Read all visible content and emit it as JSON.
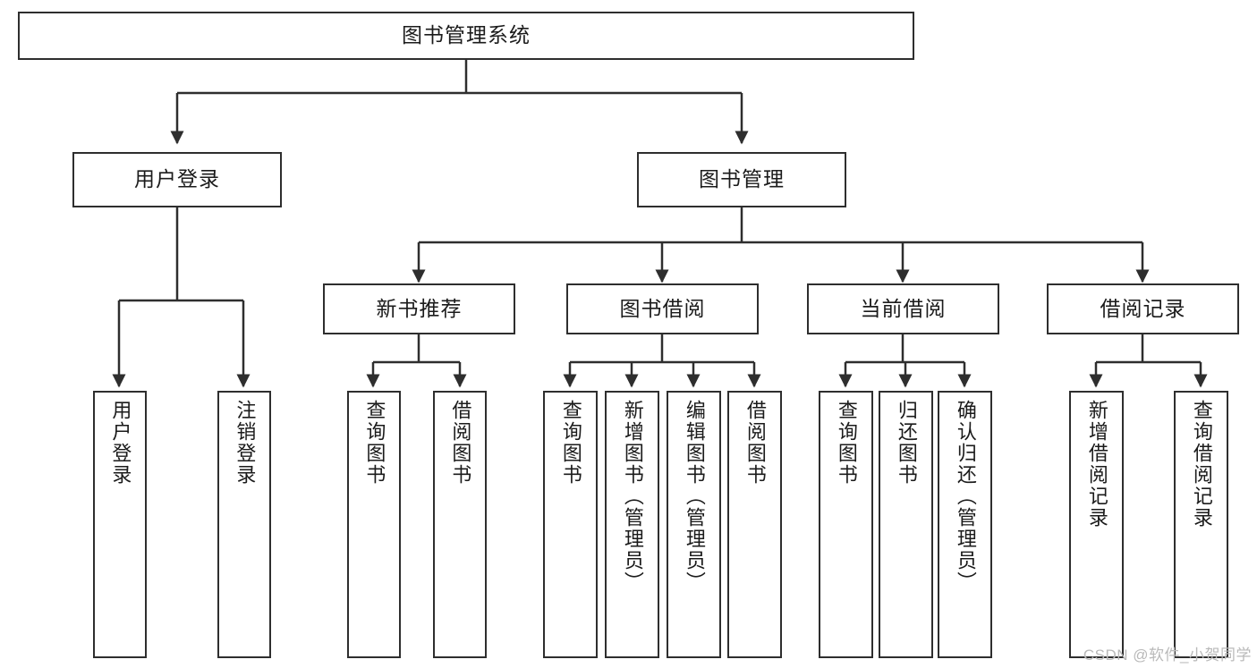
{
  "diagram": {
    "title": "图书管理系统",
    "type": "tree-hierarchy-diagram",
    "root": "图书管理系统",
    "watermark": "CSDN @软件_小贺同学",
    "colors": {
      "stroke": "#2e2e2e",
      "fill": "#ffffff",
      "text": "#1b1b1b",
      "watermark": "#b9b9b9"
    }
  },
  "nodes": {
    "root": {
      "label": "图书管理系统"
    },
    "level2": [
      {
        "id": "user-login",
        "label": "用户登录"
      },
      {
        "id": "book-manage",
        "label": "图书管理"
      }
    ],
    "level3": [
      {
        "id": "new-book-recommend",
        "label": "新书推荐"
      },
      {
        "id": "book-borrow",
        "label": "图书借阅"
      },
      {
        "id": "current-borrow",
        "label": "当前借阅"
      },
      {
        "id": "borrow-record",
        "label": "借阅记录"
      }
    ],
    "leaves": [
      {
        "id": "leaf-user-login",
        "label": "用户登录",
        "parent": "user-login"
      },
      {
        "id": "leaf-user-logout",
        "label": "注销登录",
        "parent": "user-login"
      },
      {
        "id": "leaf-query-book-1",
        "label": "查询图书",
        "parent": "new-book-recommend"
      },
      {
        "id": "leaf-borrow-book-1",
        "label": "借阅图书",
        "parent": "new-book-recommend"
      },
      {
        "id": "leaf-query-book-2",
        "label": "查询图书",
        "parent": "book-borrow"
      },
      {
        "id": "leaf-add-book",
        "label": "新增图书（管理员）",
        "parent": "book-borrow"
      },
      {
        "id": "leaf-edit-book",
        "label": "编辑图书（管理员）",
        "parent": "book-borrow"
      },
      {
        "id": "leaf-borrow-book-2",
        "label": "借阅图书",
        "parent": "book-borrow"
      },
      {
        "id": "leaf-query-book-3",
        "label": "查询图书",
        "parent": "current-borrow"
      },
      {
        "id": "leaf-return-book",
        "label": "归还图书",
        "parent": "current-borrow"
      },
      {
        "id": "leaf-confirm-return",
        "label": "确认归还（管理员）",
        "parent": "current-borrow"
      },
      {
        "id": "leaf-add-record",
        "label": "新增借阅记录",
        "parent": "borrow-record"
      },
      {
        "id": "leaf-query-record",
        "label": "查询借阅记录",
        "parent": "borrow-record"
      }
    ]
  }
}
